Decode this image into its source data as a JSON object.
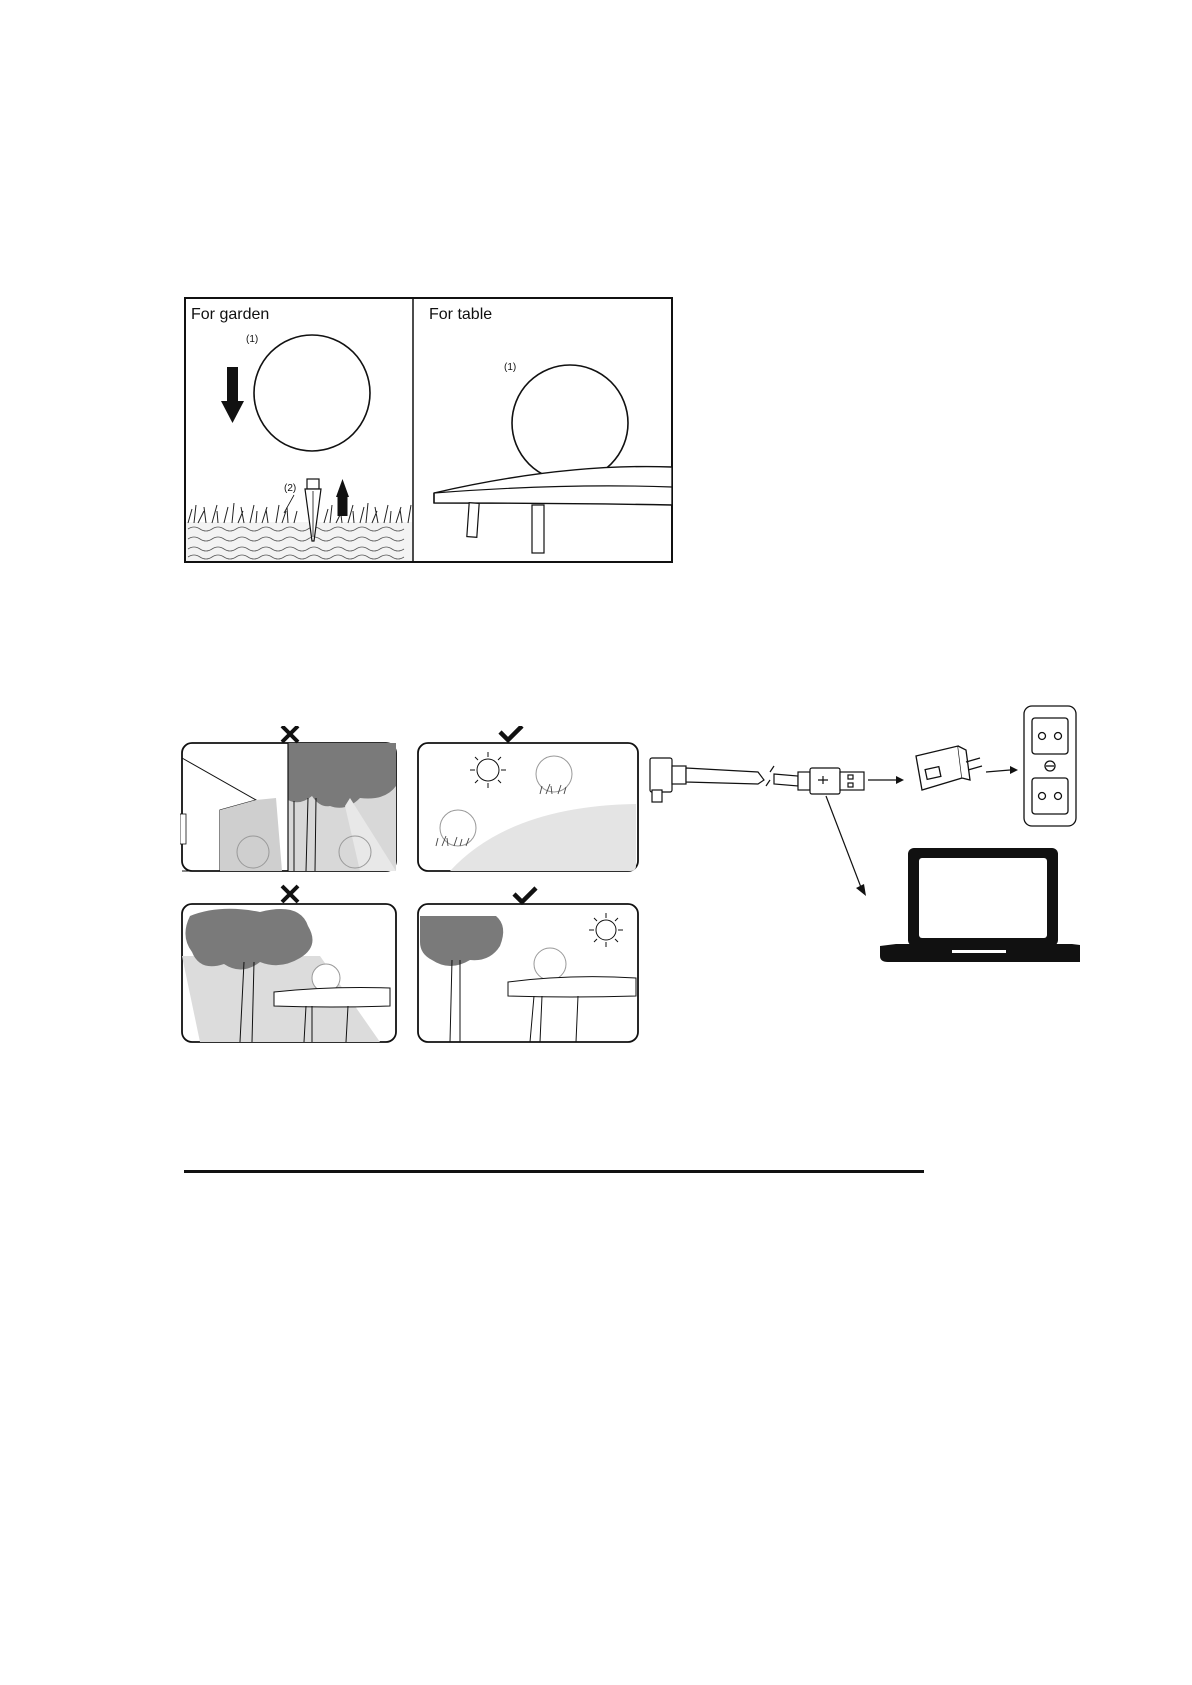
{
  "figure_top": {
    "garden": {
      "title": "For garden",
      "part_lamp": "(1)",
      "part_spike": "(2)"
    },
    "table": {
      "title": "For table",
      "part_lamp": "(1)"
    }
  },
  "placement": {
    "panels": [
      {
        "verdict": "wrong",
        "scene": "lamp shaded by house and tree"
      },
      {
        "verdict": "right",
        "scene": "lamps in full sun on lawn"
      },
      {
        "verdict": "wrong",
        "scene": "lamp on table under tree"
      },
      {
        "verdict": "right",
        "scene": "lamp on table in sun"
      }
    ]
  },
  "charging": {
    "items": [
      "dc-plug-cable",
      "usb-plug",
      "usb-power-adapter",
      "wall-socket",
      "laptop"
    ]
  }
}
